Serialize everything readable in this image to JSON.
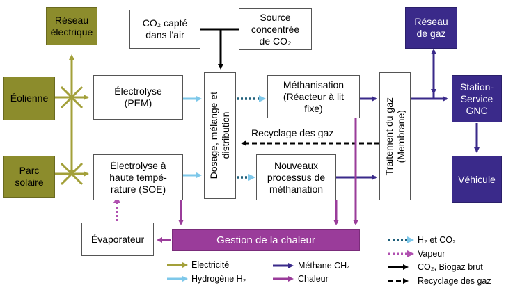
{
  "nodes": {
    "reseau_electrique": [
      "Réseau",
      "électrique"
    ],
    "eolienne": [
      "Éolienne"
    ],
    "parc_solaire": [
      "Parc",
      "solaire"
    ],
    "co2_air": [
      "CO₂ capté",
      "dans l'air"
    ],
    "source_co2": [
      "Source",
      "concentrée",
      "de CO₂"
    ],
    "electrolyse_pem": [
      "Électrolyse",
      "(PEM)"
    ],
    "electrolyse_soe": [
      "Électrolyse à",
      "haute tempé-",
      "rature (SOE)"
    ],
    "dosage": [
      "Dosage, mélange et",
      "distribution"
    ],
    "methanisation": [
      "Méthanisation",
      "(Réacteur à lit",
      "fixe)"
    ],
    "nouveaux": [
      "Nouveaux",
      "processus de",
      "méthanation"
    ],
    "traitement": [
      "Traitement du gaz",
      "(Membrane)"
    ],
    "reseau_gaz": [
      "Réseau",
      "de gaz"
    ],
    "station": [
      "Station-",
      "Service",
      "GNC"
    ],
    "vehicule": [
      "Véhicule"
    ],
    "evaporateur": [
      "Évaporateur"
    ],
    "chaleur": [
      "Gestion de la chaleur"
    ]
  },
  "labels": {
    "recyclage": "Recyclage des gaz"
  },
  "legend": {
    "electricite": "Electricité",
    "hydrogene": "Hydrogène H₂",
    "methane": "Méthane CH₄",
    "chaleur": "Chaleur",
    "h2_co2": "H₂ et CO₂",
    "vapeur": "Vapeur",
    "co2_biogaz": "CO₂, Biogaz brut",
    "recyclage": "Recyclage des gaz"
  },
  "colors": {
    "electricity": "#a3a03a",
    "hydrogen": "#7ec8ea",
    "methane": "#3a2a8a",
    "heat": "#9a3c9a",
    "h2_co2": "#1e5f7a",
    "black": "#000000"
  }
}
